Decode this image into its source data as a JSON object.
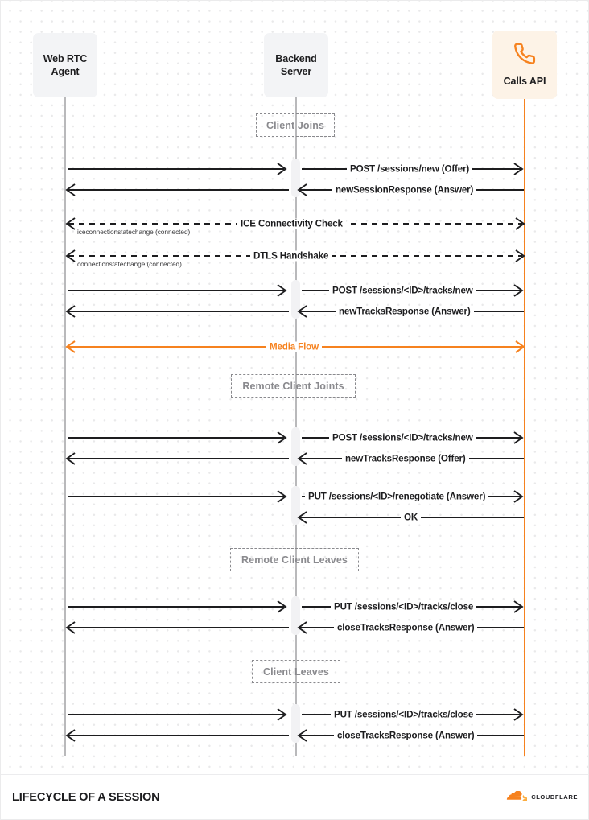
{
  "diagram": {
    "title": "LIFECYCLE OF A SESSION",
    "brand": "CLOUDFLARE",
    "colors": {
      "accent": "#f6821f",
      "lifeline": "#b9b9bb",
      "activation": "#f2f2f4",
      "section_label": "#8a8a8e",
      "actor_box": "#f3f4f6",
      "api_box": "#fdf3e7",
      "text": "#1d1d1f"
    },
    "actors": [
      {
        "id": "client",
        "label": "Web RTC\nAgent",
        "icon": null
      },
      {
        "id": "backend",
        "label": "Backend\nServer",
        "icon": null
      },
      {
        "id": "calls",
        "label": "Calls API",
        "icon": "phone-icon"
      }
    ],
    "sections": [
      {
        "id": "client-joins",
        "label": "Client Joins"
      },
      {
        "id": "remote-client-joints",
        "label": "Remote Client Joints"
      },
      {
        "id": "remote-client-leaves",
        "label": "Remote Client Leaves"
      },
      {
        "id": "client-leaves",
        "label": "Client Leaves"
      }
    ],
    "messages": [
      {
        "id": "m1",
        "label": "POST /sessions/new (Offer)",
        "sublabel": null,
        "style": "solid",
        "direction": "right",
        "color": "dark"
      },
      {
        "id": "m2",
        "label": "newSessionResponse (Answer)",
        "sublabel": null,
        "style": "solid",
        "direction": "left",
        "color": "dark"
      },
      {
        "id": "m3",
        "label": "ICE Connectivity Check",
        "sublabel": "iceconnectionstatechange (connected)",
        "style": "dashed",
        "direction": "both",
        "color": "dark"
      },
      {
        "id": "m4",
        "label": "DTLS Handshake",
        "sublabel": "connectionstatechange (connected)",
        "style": "dashed",
        "direction": "both",
        "color": "dark"
      },
      {
        "id": "m5",
        "label": "POST /sessions/<ID>/tracks/new",
        "sublabel": null,
        "style": "solid",
        "direction": "right",
        "color": "dark"
      },
      {
        "id": "m6",
        "label": "newTracksResponse (Answer)",
        "sublabel": null,
        "style": "solid",
        "direction": "left",
        "color": "dark"
      },
      {
        "id": "m7",
        "label": "Media Flow",
        "sublabel": null,
        "style": "solid",
        "direction": "both",
        "color": "orange"
      },
      {
        "id": "m8",
        "label": "POST /sessions/<ID>/tracks/new",
        "sublabel": null,
        "style": "solid",
        "direction": "right",
        "color": "dark"
      },
      {
        "id": "m9",
        "label": "newTracksResponse (Offer)",
        "sublabel": null,
        "style": "solid",
        "direction": "left",
        "color": "dark"
      },
      {
        "id": "m10",
        "label": "PUT /sessions/<ID>/renegotiate (Answer)",
        "sublabel": null,
        "style": "solid",
        "direction": "right",
        "color": "dark"
      },
      {
        "id": "m11",
        "label": "OK",
        "sublabel": null,
        "style": "solid",
        "direction": "left",
        "color": "dark"
      },
      {
        "id": "m12",
        "label": "PUT /sessions/<ID>/tracks/close",
        "sublabel": null,
        "style": "solid",
        "direction": "right",
        "color": "dark"
      },
      {
        "id": "m13",
        "label": "closeTracksResponse (Answer)",
        "sublabel": null,
        "style": "solid",
        "direction": "left",
        "color": "dark"
      },
      {
        "id": "m14",
        "label": "PUT /sessions/<ID>/tracks/close",
        "sublabel": null,
        "style": "solid",
        "direction": "right",
        "color": "dark"
      },
      {
        "id": "m15",
        "label": "closeTracksResponse (Answer)",
        "sublabel": null,
        "style": "solid",
        "direction": "left",
        "color": "dark"
      }
    ]
  }
}
